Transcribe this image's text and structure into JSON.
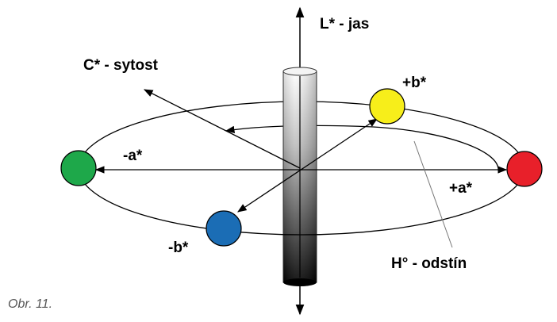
{
  "labels": {
    "lightness": "L* - jas",
    "chroma": "C* - sytost",
    "plus_b": "+b*",
    "minus_a": "-a*",
    "plus_a": "+a*",
    "minus_b": "-b*",
    "hue": "H° - odstín"
  },
  "caption": "Obr. 11.",
  "colors": {
    "plus_b": "#f7ee1a",
    "minus_a": "#1ea84a",
    "plus_a": "#e8202a",
    "minus_b": "#1b6db5"
  }
}
